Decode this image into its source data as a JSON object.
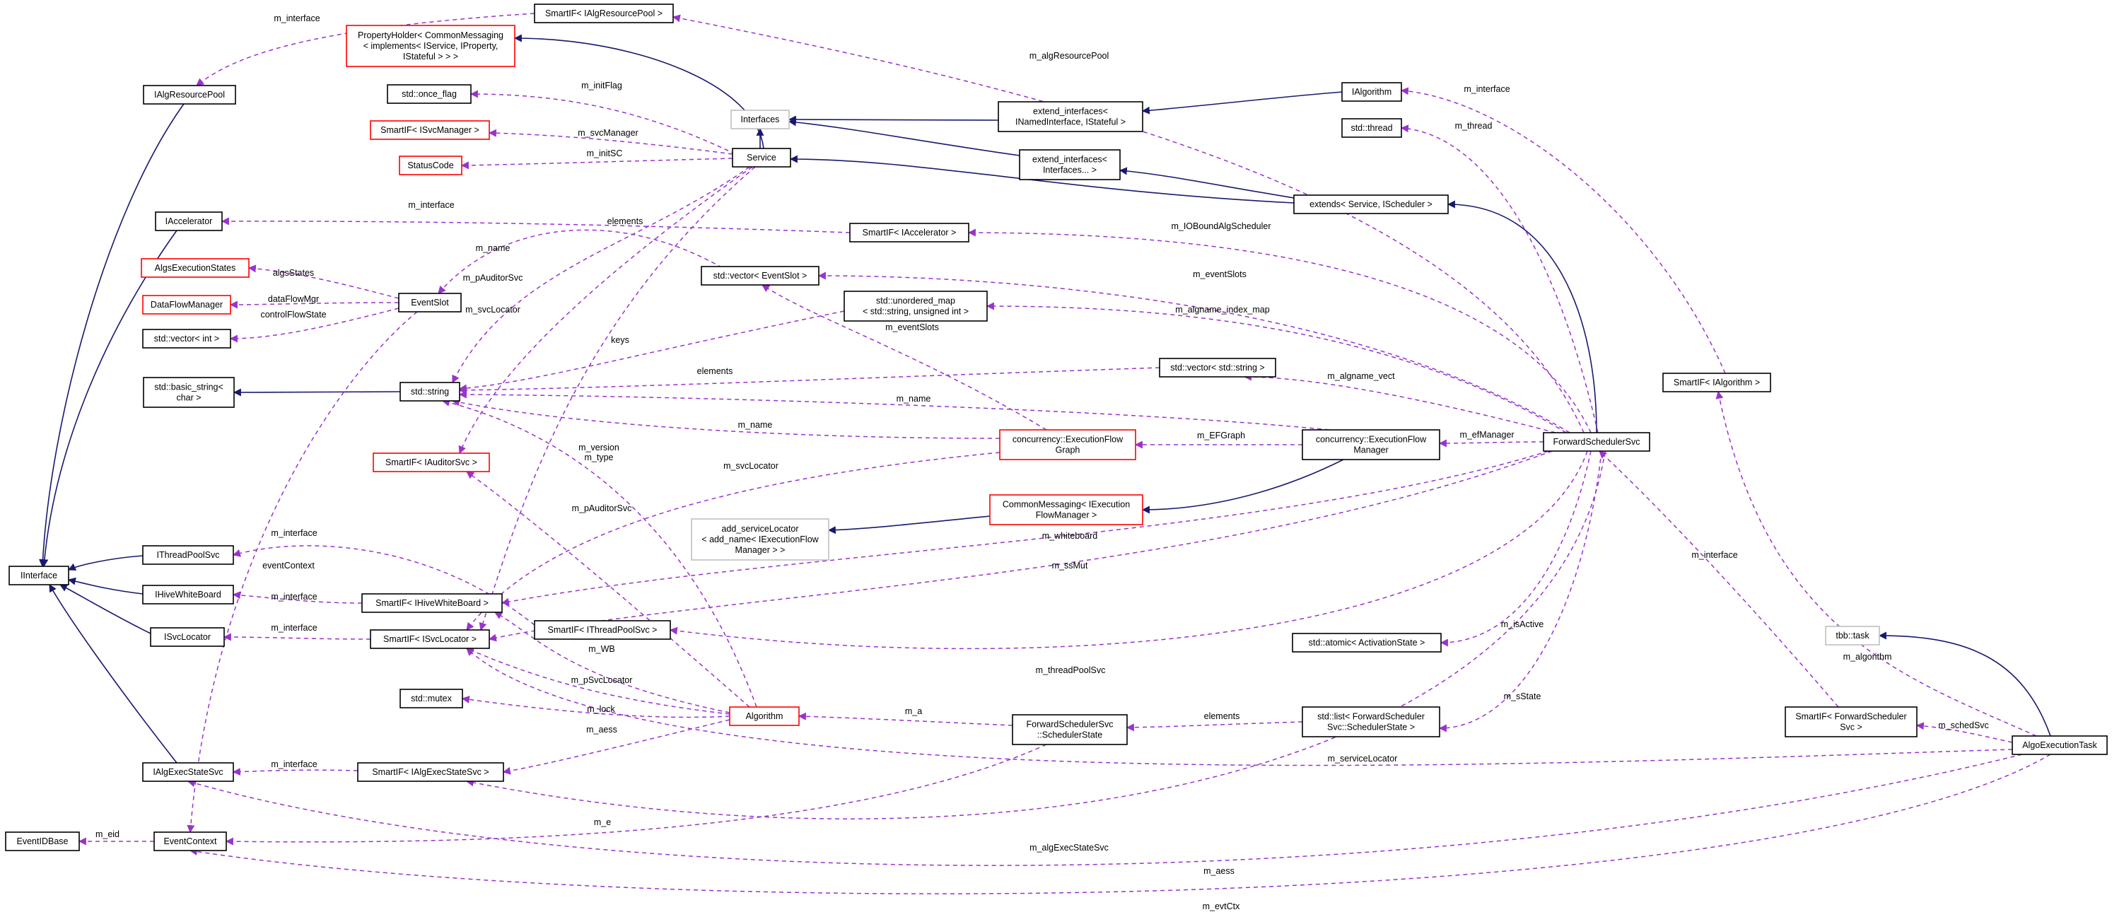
{
  "diagram": {
    "type": "collaboration-graph",
    "colors": {
      "node_border_default": "#000000",
      "node_border_truncated": "#ff0000",
      "node_border_undocumented": "#bfbfbf",
      "focus_fill": "#bfbfbf",
      "inheritance_edge": "#191970",
      "usage_edge": "#9a32cd"
    },
    "nodes": [
      {
        "id": "SmartIF_IAlgResourcePool",
        "lines": [
          "SmartIF< IAlgResourcePool >"
        ],
        "border": "normal"
      },
      {
        "id": "PropertyHolder",
        "lines": [
          "PropertyHolder< CommonMessaging",
          "< implements< IService, IProperty,",
          "IStateful > > >"
        ],
        "border": "truncated"
      },
      {
        "id": "IAlgResourcePool",
        "lines": [
          "IAlgResourcePool"
        ],
        "border": "normal"
      },
      {
        "id": "std_once_flag",
        "lines": [
          "std::once_flag"
        ],
        "border": "normal"
      },
      {
        "id": "SmartIF_ISvcManager",
        "lines": [
          "SmartIF< ISvcManager >"
        ],
        "border": "truncated"
      },
      {
        "id": "StatusCode",
        "lines": [
          "StatusCode"
        ],
        "border": "truncated"
      },
      {
        "id": "Interfaces",
        "lines": [
          "Interfaces"
        ],
        "border": "undocumented"
      },
      {
        "id": "extend_interfaces_INamed",
        "lines": [
          "extend_interfaces<",
          "INamedInterface, IStateful >"
        ],
        "border": "normal"
      },
      {
        "id": "IAlgorithm",
        "lines": [
          "IAlgorithm"
        ],
        "border": "normal"
      },
      {
        "id": "std_thread",
        "lines": [
          "std::thread"
        ],
        "border": "normal"
      },
      {
        "id": "Service",
        "lines": [
          "Service"
        ],
        "border": "normal"
      },
      {
        "id": "extend_interfaces_dots",
        "lines": [
          "extend_interfaces<",
          "Interfaces... >"
        ],
        "border": "normal"
      },
      {
        "id": "extends_Service",
        "lines": [
          "extends< Service, IScheduler >"
        ],
        "border": "normal"
      },
      {
        "id": "IAccelerator",
        "lines": [
          "IAccelerator"
        ],
        "border": "normal"
      },
      {
        "id": "SmartIF_IAccelerator",
        "lines": [
          "SmartIF< IAccelerator >"
        ],
        "border": "normal"
      },
      {
        "id": "AlgsExecutionStates",
        "lines": [
          "AlgsExecutionStates"
        ],
        "border": "truncated"
      },
      {
        "id": "DataFlowManager",
        "lines": [
          "DataFlowManager"
        ],
        "border": "truncated"
      },
      {
        "id": "EventSlot",
        "lines": [
          "EventSlot"
        ],
        "border": "normal"
      },
      {
        "id": "std_vector_int",
        "lines": [
          "std::vector< int >"
        ],
        "border": "normal"
      },
      {
        "id": "std_vector_EventSlot",
        "lines": [
          "std::vector< EventSlot >"
        ],
        "border": "normal"
      },
      {
        "id": "std_unordered_map",
        "lines": [
          "std::unordered_map",
          "< std::string, unsigned int >"
        ],
        "border": "normal"
      },
      {
        "id": "std_basic_string",
        "lines": [
          "std::basic_string<",
          "char >"
        ],
        "border": "normal"
      },
      {
        "id": "std_string",
        "lines": [
          "std::string"
        ],
        "border": "normal"
      },
      {
        "id": "std_vector_string",
        "lines": [
          "std::vector< std::string >"
        ],
        "border": "normal"
      },
      {
        "id": "SmartIF_IAlgorithm",
        "lines": [
          "SmartIF< IAlgorithm >"
        ],
        "border": "normal"
      },
      {
        "id": "ForwardSchedulerSvc",
        "lines": [
          "ForwardSchedulerSvc"
        ],
        "border": "normal"
      },
      {
        "id": "SmartIF_IAuditorSvc",
        "lines": [
          "SmartIF< IAuditorSvc >"
        ],
        "border": "truncated"
      },
      {
        "id": "ExecutionFlowGraph",
        "lines": [
          "concurrency::ExecutionFlow",
          "Graph"
        ],
        "border": "truncated"
      },
      {
        "id": "ExecutionFlowManager",
        "lines": [
          "concurrency::ExecutionFlow",
          "Manager"
        ],
        "border": "normal"
      },
      {
        "id": "CommonMessaging",
        "lines": [
          "CommonMessaging< IExecution",
          "FlowManager >"
        ],
        "border": "truncated"
      },
      {
        "id": "add_serviceLocator",
        "lines": [
          "add_serviceLocator",
          "< add_name< IExecutionFlow",
          "Manager > >"
        ],
        "border": "undocumented"
      },
      {
        "id": "IInterface",
        "lines": [
          "IInterface"
        ],
        "border": "normal"
      },
      {
        "id": "IThreadPoolSvc",
        "lines": [
          "IThreadPoolSvc"
        ],
        "border": "normal"
      },
      {
        "id": "IHiveWhiteBoard",
        "lines": [
          "IHiveWhiteBoard"
        ],
        "border": "normal"
      },
      {
        "id": "SmartIF_IHiveWhiteBoard",
        "lines": [
          "SmartIF< IHiveWhiteBoard >"
        ],
        "border": "normal"
      },
      {
        "id": "ISvcLocator",
        "lines": [
          "ISvcLocator"
        ],
        "border": "normal"
      },
      {
        "id": "SmartIF_ISvcLocator",
        "lines": [
          "SmartIF< ISvcLocator >"
        ],
        "border": "normal"
      },
      {
        "id": "SmartIF_IThreadPoolSvc",
        "lines": [
          "SmartIF< IThreadPoolSvc >"
        ],
        "border": "normal"
      },
      {
        "id": "std_atomic",
        "lines": [
          "std::atomic< ActivationState >"
        ],
        "border": "normal"
      },
      {
        "id": "tbb_task",
        "lines": [
          "tbb::task"
        ],
        "border": "undocumented"
      },
      {
        "id": "std_mutex",
        "lines": [
          "std::mutex"
        ],
        "border": "normal"
      },
      {
        "id": "Algorithm",
        "lines": [
          "Algorithm"
        ],
        "border": "truncated"
      },
      {
        "id": "SchedulerState",
        "lines": [
          "ForwardSchedulerSvc",
          "::SchedulerState"
        ],
        "border": "normal"
      },
      {
        "id": "std_list",
        "lines": [
          "std::list< ForwardScheduler",
          "Svc::SchedulerState >"
        ],
        "border": "normal"
      },
      {
        "id": "SmartIF_FwdScheduler",
        "lines": [
          "SmartIF< ForwardScheduler",
          "Svc >"
        ],
        "border": "normal"
      },
      {
        "id": "AlgoExecutionTask",
        "lines": [
          "AlgoExecutionTask"
        ],
        "border": "focus"
      },
      {
        "id": "IAlgExecStateSvc",
        "lines": [
          "IAlgExecStateSvc"
        ],
        "border": "normal"
      },
      {
        "id": "SmartIF_IAlgExecStateSvc",
        "lines": [
          "SmartIF< IAlgExecStateSvc >"
        ],
        "border": "normal"
      },
      {
        "id": "EventIDBase",
        "lines": [
          "EventIDBase"
        ],
        "border": "normal"
      },
      {
        "id": "EventContext",
        "lines": [
          "EventContext"
        ],
        "border": "normal"
      }
    ],
    "inheritance_edges": [
      {
        "from": "Service",
        "to": "PropertyHolder"
      },
      {
        "from": "Service",
        "to": "Interfaces"
      },
      {
        "from": "extend_interfaces_INamed",
        "to": "Interfaces"
      },
      {
        "from": "IAlgorithm",
        "to": "extend_interfaces_INamed"
      },
      {
        "from": "extend_interfaces_dots",
        "to": "Interfaces"
      },
      {
        "from": "extends_Service",
        "to": "Service"
      },
      {
        "from": "extends_Service",
        "to": "extend_interfaces_dots"
      },
      {
        "from": "ForwardSchedulerSvc",
        "to": "extends_Service"
      },
      {
        "from": "std_string",
        "to": "std_basic_string"
      },
      {
        "from": "ExecutionFlowManager",
        "to": "CommonMessaging"
      },
      {
        "from": "CommonMessaging",
        "to": "add_serviceLocator"
      },
      {
        "from": "IAlgResourcePool",
        "to": "IInterface"
      },
      {
        "from": "IAccelerator",
        "to": "IInterface"
      },
      {
        "from": "IThreadPoolSvc",
        "to": "IInterface"
      },
      {
        "from": "IHiveWhiteBoard",
        "to": "IInterface"
      },
      {
        "from": "ISvcLocator",
        "to": "IInterface"
      },
      {
        "from": "IAlgExecStateSvc",
        "to": "IInterface"
      },
      {
        "from": "AlgoExecutionTask",
        "to": "tbb_task"
      }
    ],
    "usage_edges": [
      {
        "from": "SmartIF_IAlgResourcePool",
        "to": "IAlgResourcePool",
        "label": "m_interface"
      },
      {
        "from": "ForwardSchedulerSvc",
        "to": "SmartIF_IAlgResourcePool",
        "label": "m_algResourcePool"
      },
      {
        "from": "Service",
        "to": "std_once_flag",
        "label": "m_initFlag"
      },
      {
        "from": "Service",
        "to": "SmartIF_ISvcManager",
        "label": "m_svcManager"
      },
      {
        "from": "Service",
        "to": "StatusCode",
        "label": "m_initSC"
      },
      {
        "from": "SmartIF_IAlgorithm",
        "to": "IAlgorithm",
        "label": "m_interface"
      },
      {
        "from": "ForwardSchedulerSvc",
        "to": "std_thread",
        "label": "m_thread"
      },
      {
        "from": "SmartIF_IAccelerator",
        "to": "IAccelerator",
        "label": "m_interface"
      },
      {
        "from": "ForwardSchedulerSvc",
        "to": "SmartIF_IAccelerator",
        "label": "m_IOBoundAlgScheduler"
      },
      {
        "from": "std_vector_EventSlot",
        "to": "EventSlot",
        "label": "elements"
      },
      {
        "from": "EventSlot",
        "to": "AlgsExecutionStates",
        "label": "algsStates"
      },
      {
        "from": "EventSlot",
        "to": "DataFlowManager",
        "label": "dataFlowMgr"
      },
      {
        "from": "EventSlot",
        "to": "std_vector_int",
        "label": "controlFlowState"
      },
      {
        "from": "Service",
        "to": "std_string",
        "label": "m_name"
      },
      {
        "from": "Service",
        "to": "SmartIF_IAuditorSvc",
        "label": "m_pAuditorSvc"
      },
      {
        "from": "Service",
        "to": "SmartIF_ISvcLocator",
        "label": "m_svcLocator"
      },
      {
        "from": "ForwardSchedulerSvc",
        "to": "std_vector_EventSlot",
        "label": "m_eventSlots"
      },
      {
        "from": "ForwardSchedulerSvc",
        "to": "std_unordered_map",
        "label": "m_algname_index_map"
      },
      {
        "from": "std_unordered_map",
        "to": "std_string",
        "label": "keys"
      },
      {
        "from": "std_vector_string",
        "to": "std_string",
        "label": "elements"
      },
      {
        "from": "ForwardSchedulerSvc",
        "to": "std_vector_string",
        "label": "m_algname_vect"
      },
      {
        "from": "ExecutionFlowGraph",
        "to": "std_vector_EventSlot",
        "label": "m_eventSlots"
      },
      {
        "from": "ExecutionFlowManager",
        "to": "std_string",
        "label": "m_name"
      },
      {
        "from": "ExecutionFlowGraph",
        "to": "std_string",
        "label": "m_name"
      },
      {
        "from": "ExecutionFlowManager",
        "to": "ExecutionFlowGraph",
        "label": "m_EFGraph"
      },
      {
        "from": "ForwardSchedulerSvc",
        "to": "ExecutionFlowManager",
        "label": "m_efManager"
      },
      {
        "from": "ExecutionFlowGraph",
        "to": "SmartIF_ISvcLocator",
        "label": "m_svcLocator"
      },
      {
        "from": "Algorithm",
        "to": "std_string",
        "label": "m_version\nm_type"
      },
      {
        "from": "Algorithm",
        "to": "SmartIF_IAuditorSvc",
        "label": "m_pAuditorSvc"
      },
      {
        "from": "SmartIF_IThreadPoolSvc",
        "to": "IThreadPoolSvc",
        "label": "m_interface"
      },
      {
        "from": "SmartIF_IHiveWhiteBoard",
        "to": "IHiveWhiteBoard",
        "label": "m_interface"
      },
      {
        "from": "ForwardSchedulerSvc",
        "to": "SmartIF_IHiveWhiteBoard",
        "label": "m_whiteboard"
      },
      {
        "from": "SmartIF_ISvcLocator",
        "to": "ISvcLocator",
        "label": "m_interface"
      },
      {
        "from": "ForwardSchedulerSvc",
        "to": "SmartIF_ISvcLocator",
        "label": "m_ssMut"
      },
      {
        "from": "EventSlot",
        "to": "EventContext",
        "label": "eventContext"
      },
      {
        "from": "ForwardSchedulerSvc",
        "to": "std_atomic",
        "label": "m_isActive"
      },
      {
        "from": "ForwardSchedulerSvc",
        "to": "SmartIF_IThreadPoolSvc",
        "label": "m_threadPoolSvc"
      },
      {
        "from": "Algorithm",
        "to": "SmartIF_IHiveWhiteBoard",
        "label": "m_WB"
      },
      {
        "from": "Algorithm",
        "to": "SmartIF_ISvcLocator",
        "label": "m_pSvcLocator"
      },
      {
        "from": "Algorithm",
        "to": "std_mutex",
        "label": "m_lock"
      },
      {
        "from": "Algorithm",
        "to": "SmartIF_IAlgExecStateSvc",
        "label": "m_aess"
      },
      {
        "from": "SchedulerState",
        "to": "Algorithm",
        "label": "m_a"
      },
      {
        "from": "std_list",
        "to": "SchedulerState",
        "label": "elements"
      },
      {
        "from": "ForwardSchedulerSvc",
        "to": "std_list",
        "label": "m_sState"
      },
      {
        "from": "SmartIF_FwdScheduler",
        "to": "ForwardSchedulerSvc",
        "label": "m_interface"
      },
      {
        "from": "AlgoExecutionTask",
        "to": "SmartIF_FwdScheduler",
        "label": "m_schedSvc"
      },
      {
        "from": "AlgoExecutionTask",
        "to": "SmartIF_IAlgorithm",
        "label": "m_algorithm"
      },
      {
        "from": "SmartIF_IAlgExecStateSvc",
        "to": "IAlgExecStateSvc",
        "label": "m_interface"
      },
      {
        "from": "AlgoExecutionTask",
        "to": "SmartIF_ISvcLocator",
        "label": "m_serviceLocator"
      },
      {
        "from": "ForwardSchedulerSvc",
        "to": "SmartIF_IAlgExecStateSvc",
        "label": "m_algExecStateSvc"
      },
      {
        "from": "AlgoExecutionTask",
        "to": "IAlgExecStateSvc",
        "label": "m_aess"
      },
      {
        "from": "EventContext",
        "to": "EventIDBase",
        "label": "m_eid"
      },
      {
        "from": "SchedulerState",
        "to": "EventContext",
        "label": "m_e"
      },
      {
        "from": "AlgoExecutionTask",
        "to": "EventContext",
        "label": "m_evtCtx"
      }
    ]
  }
}
